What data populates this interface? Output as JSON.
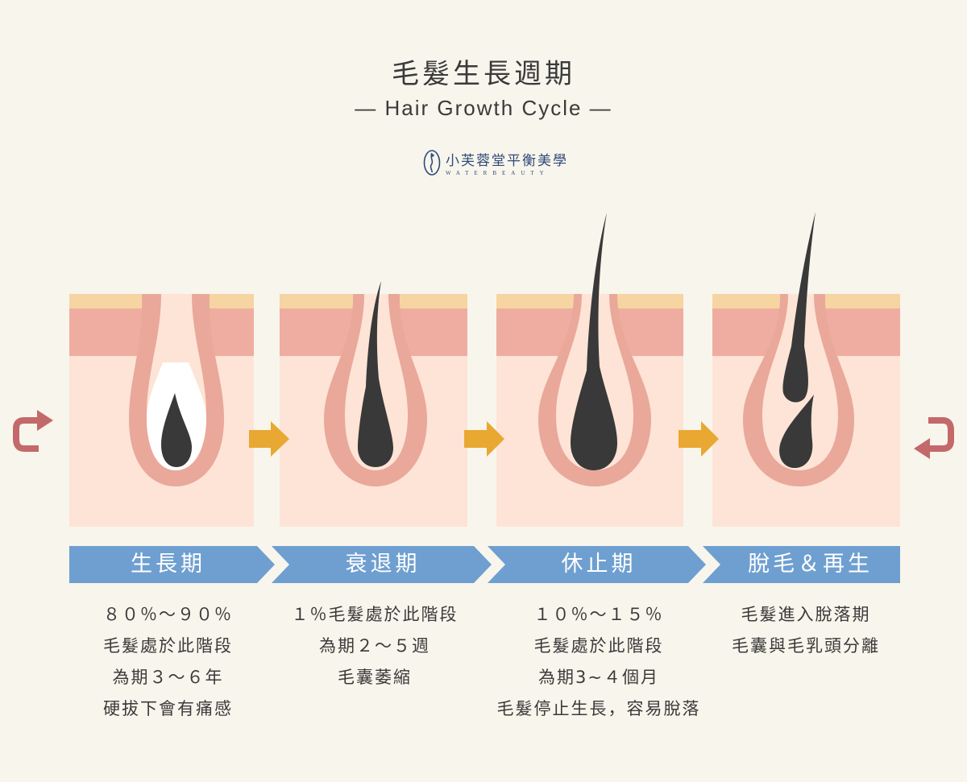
{
  "title": "毛髮生長週期",
  "subtitle": "— Hair Growth Cycle —",
  "logo": {
    "name": "小芙蓉堂平衡美學",
    "sub": "WATERBEAUTY"
  },
  "colors": {
    "background": "#f8f5ec",
    "skin_top": "#f6d5a2",
    "dermis": "#eeada0",
    "tissue": "#fde4d6",
    "follicle_wall": "#e9a89a",
    "hair": "#393939",
    "banner": "#6e9fd0",
    "arrow_forward": "#e8a832",
    "arrow_cycle": "#c3696a"
  },
  "stages": [
    {
      "name": "生長期",
      "lines": [
        "８０％～９０％",
        "毛髮處於此階段",
        "為期３～６年",
        "硬拔下會有痛感"
      ]
    },
    {
      "name": "衰退期",
      "lines": [
        "１％毛髮處於此階段",
        "為期２～５週",
        "毛囊萎縮"
      ]
    },
    {
      "name": "休止期",
      "lines": [
        "１０％～１５％",
        "毛髮處於此階段",
        "為期3~４個月",
        "毛髮停止生長，容易脫落"
      ]
    },
    {
      "name": "脫毛＆再生",
      "lines": [
        "毛髮進入脫落期",
        "毛囊與毛乳頭分離"
      ]
    }
  ]
}
